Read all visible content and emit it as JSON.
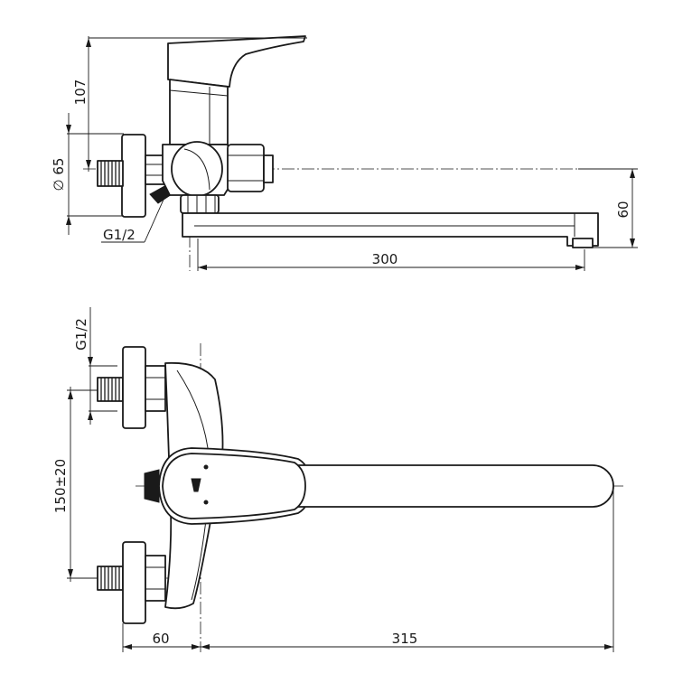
{
  "dimensions": {
    "top_height": "107",
    "diameter": "65",
    "diameter_symbol": "∅",
    "thread_top": "G1/2",
    "spout_drop": "60",
    "spout_length_top": "300",
    "thread_front": "G1/2",
    "inlet_spacing": "150±20",
    "wall_offset": "60",
    "spout_length_front": "315"
  }
}
